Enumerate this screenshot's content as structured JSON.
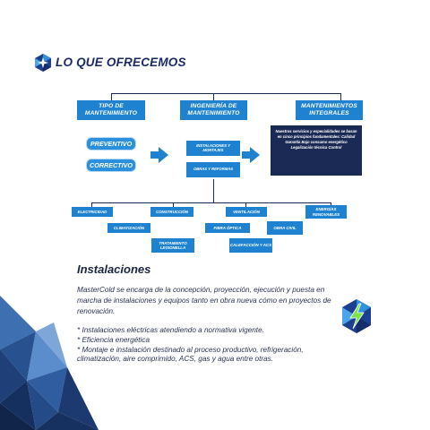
{
  "header": {
    "title": "LO QUE OFRECEMOS"
  },
  "diagram": {
    "top": [
      "TIPO DE MANTENIMIENTO",
      "INGENIERÍA DE MANTENIMIENTO",
      "MANTENIMIENTOS INTEGRALES"
    ],
    "pills": [
      "PREVENTIVO",
      "CORRECTIVO"
    ],
    "middle": [
      "INSTALACIONES Y MONTAJES",
      "OBRAS Y REFORMAS"
    ],
    "integral_text": "Nuestros servicios y especialidades se basan en cinco principios fundamentales: Calidad Garantía Bajo consumo energético Legalización técnica Control",
    "bottom": {
      "electricidad": "ELECTRICIDAD",
      "construccion": "CONSTRUCCIÓN",
      "ventilacion": "VENTILACIÓN",
      "energias": "ENERGÍAS RENOVABLES",
      "climatizacion": "CLIMATIZACIÓN",
      "fibra": "FIBRA ÓPTICA",
      "obra_civil": "OBRA CIVIL",
      "tratamiento": "TRATAMIENTO LEGIONELLA",
      "calefaccion": "CALEFACCIÓN Y ACS"
    }
  },
  "section": {
    "title": "Instalaciones",
    "paragraph": "MasterCold se encarga de la concepción, proyección, ejecución y puesta en marcha de instalaciones y equipos tanto en obra nueva cómo en proyectos de renovación.",
    "bullets": [
      "* Instalaciones eléctricas atendiendo a normativa vigente.",
      "* Eficiencia energética",
      "* Montaje e instalación destinado al proceso productivo, refrigeración, climatización, aire comprimido, ACS, gas y agua entre otras."
    ]
  },
  "colors": {
    "navy": "#1b2a55",
    "blue": "#1e82d0",
    "accent": "#2a8fdc"
  }
}
